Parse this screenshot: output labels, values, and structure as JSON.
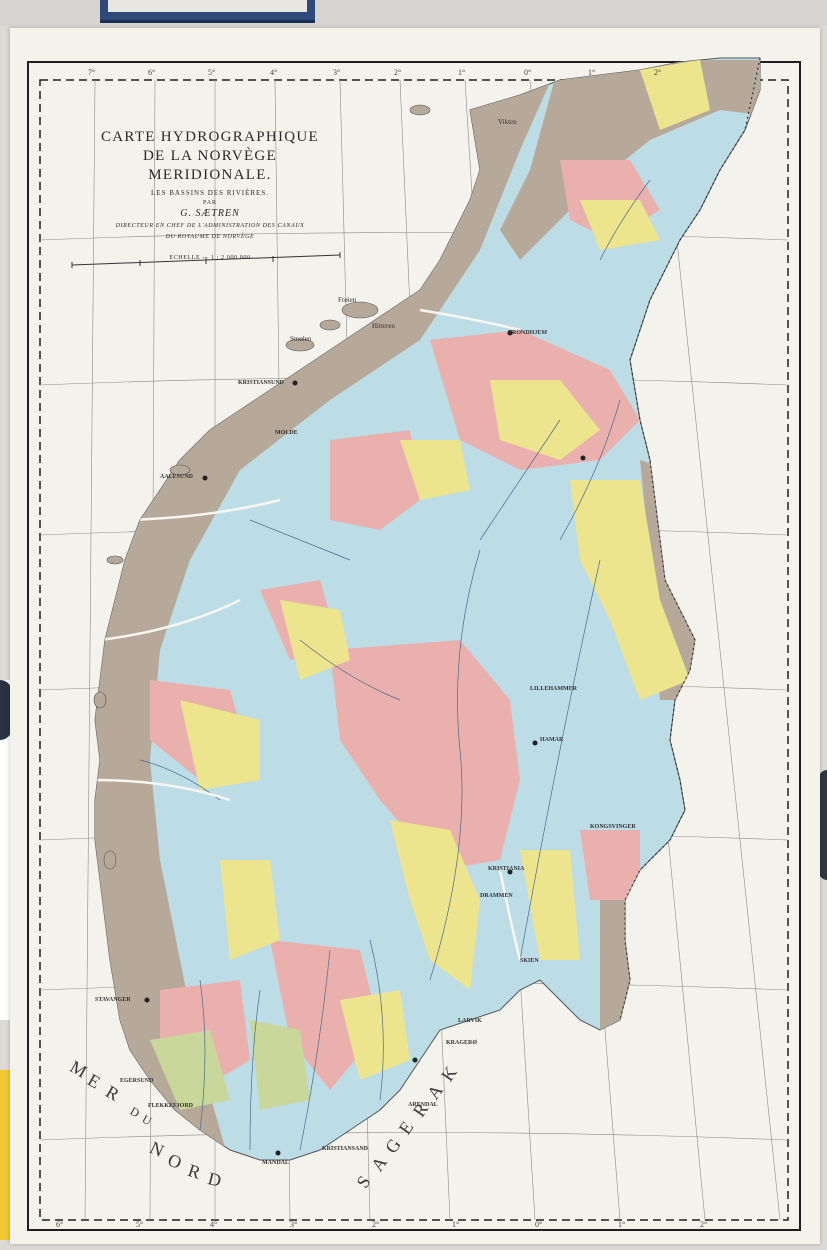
{
  "map": {
    "title_line1": "CARTE HYDROGRAPHIQUE",
    "title_line2": "DE LA NORVÈGE MERIDIONALE.",
    "subtitle": "LES BASSINS DES RIVIÈRES.",
    "par": "PAR",
    "author": "G. SÆTREN",
    "author_role_line1": "DIRECTEUR EN CHEF DE L'ADMINISTRATION DES CANAUX",
    "author_role_line2": "DU ROYAUME DE NORVÈGE",
    "scale": "ECHELLE — 1 : 2 000 000"
  },
  "places": {
    "kristiania": "KRISTIANIA",
    "kristiansand": "KRISTIANSAND",
    "stavanger": "STAVANGER",
    "trondhjem": "TRONDHJEM",
    "kristiansund": "KRISTIANSUND",
    "aalesund": "AALESUND",
    "molde": "MOLDE",
    "hamar": "HAMAR",
    "drammen": "DRAMMEN",
    "larvik": "LARVIK",
    "arendal": "ARENDAL",
    "kongsvinger": "KONGSVINGER",
    "flekkefjord": "FLEKKEFJORD",
    "egersund": "EGERSUND",
    "mandal": "MANDAL",
    "skien": "SKIEN",
    "krageroe": "KRAGERØ",
    "lillehammer": "LILLEHAMMER",
    "smoelen": "Smølen",
    "froeien": "Frøien",
    "hitteren": "Hitteren",
    "vikten": "Vikten"
  },
  "seas": {
    "nordsjoen": [
      "M",
      "E",
      "R",
      "D",
      "U",
      "N",
      "O",
      "R",
      "D"
    ],
    "skagerak": [
      "S",
      "A",
      "G",
      "E",
      "R",
      "A",
      "K"
    ]
  },
  "colors": {
    "paper": "#f4f2ec",
    "sea": "#f7f6f1",
    "coast_band": "#b7a99a",
    "basin_blue": "#bcdde6",
    "basin_pink": "#eab0ae",
    "basin_yellow": "#ede48e",
    "basin_green": "#c9d89a",
    "border": "#1e1e1e"
  },
  "graticule": {
    "top": [
      "7°",
      "6°",
      "5°",
      "4°",
      "3°",
      "2°",
      "1°",
      "0°",
      "1°",
      "2°"
    ],
    "bottom": [
      "6°",
      "5°",
      "4°",
      "3°",
      "2°",
      "1°",
      "0°",
      "1°",
      "2°"
    ]
  }
}
